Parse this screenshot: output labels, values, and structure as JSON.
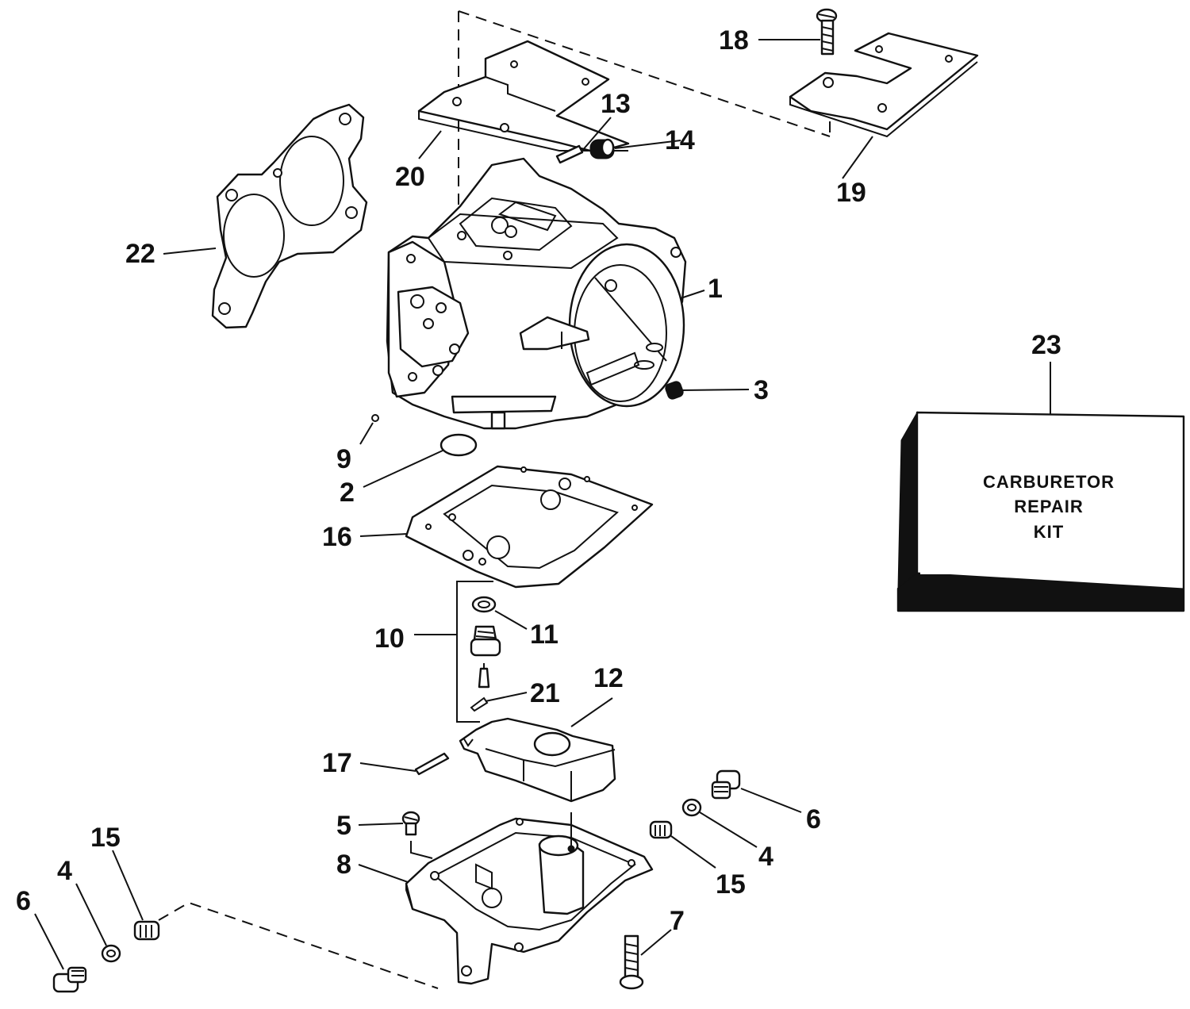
{
  "callouts": {
    "c1": "1",
    "c2": "2",
    "c3": "3",
    "c4a": "4",
    "c4b": "4",
    "c5": "5",
    "c6a": "6",
    "c6b": "6",
    "c7": "7",
    "c8": "8",
    "c9": "9",
    "c10": "10",
    "c11": "11",
    "c12": "12",
    "c13": "13",
    "c14": "14",
    "c15a": "15",
    "c15b": "15",
    "c16": "16",
    "c17": "17",
    "c18": "18",
    "c19": "19",
    "c20": "20",
    "c21": "21",
    "c22": "22",
    "c23": "23"
  },
  "kit": {
    "line1": "CARBURETOR",
    "line2": "REPAIR",
    "line3": "KIT"
  },
  "colors": {
    "ink": "#111111",
    "paper": "#ffffff"
  }
}
